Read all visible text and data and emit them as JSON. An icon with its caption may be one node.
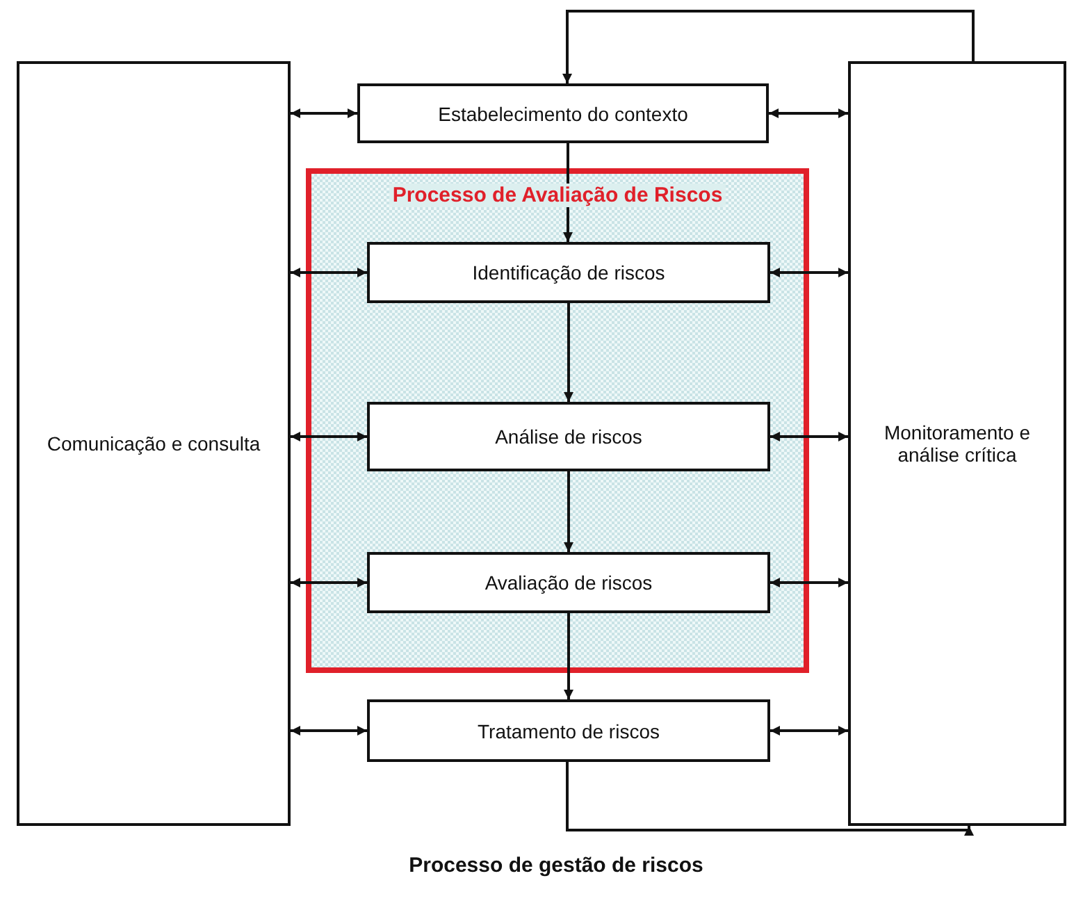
{
  "diagram": {
    "caption": "Processo de gestão de riscos",
    "nodes": [
      {
        "text": [
          "Comunicação e consulta"
        ]
      },
      {
        "text": [
          "Estabelecimento do contexto"
        ]
      },
      {
        "text": [
          "Processo de Avaliação de Riscos"
        ]
      },
      {
        "text": [
          "Identificação de riscos"
        ],
        "in": 2
      },
      {
        "text": [
          "Análise de riscos"
        ],
        "in": 2
      },
      {
        "text": [
          "Avaliação de riscos"
        ],
        "in": 2
      },
      {
        "text": [
          "Tratamento de riscos"
        ]
      },
      {
        "text": [
          "Monitoramento e análise crítica"
        ]
      }
    ],
    "edges": [
      {
        "from": 1,
        "to": 3,
        "arrow": "to"
      },
      {
        "from": 3,
        "to": 4,
        "arrow": "to"
      },
      {
        "from": 4,
        "to": 5,
        "arrow": "to"
      },
      {
        "from": 5,
        "to": 6,
        "arrow": "to"
      },
      {
        "from": 7,
        "to": 1,
        "arrow": "to"
      },
      {
        "from": 6,
        "to": 7,
        "arrow": "to"
      },
      {
        "from": 0,
        "to": 1,
        "arrow": "both"
      },
      {
        "from": 0,
        "to": 3,
        "arrow": "both"
      },
      {
        "from": 0,
        "to": 4,
        "arrow": "both"
      },
      {
        "from": 0,
        "to": 5,
        "arrow": "both"
      },
      {
        "from": 0,
        "to": 6,
        "arrow": "both"
      },
      {
        "from": 1,
        "to": 7,
        "arrow": "both"
      },
      {
        "from": 3,
        "to": 7,
        "arrow": "both"
      },
      {
        "from": 4,
        "to": 7,
        "arrow": "both"
      },
      {
        "from": 5,
        "to": 7,
        "arrow": "both"
      },
      {
        "from": 6,
        "to": 7,
        "arrow": "both"
      }
    ]
  }
}
